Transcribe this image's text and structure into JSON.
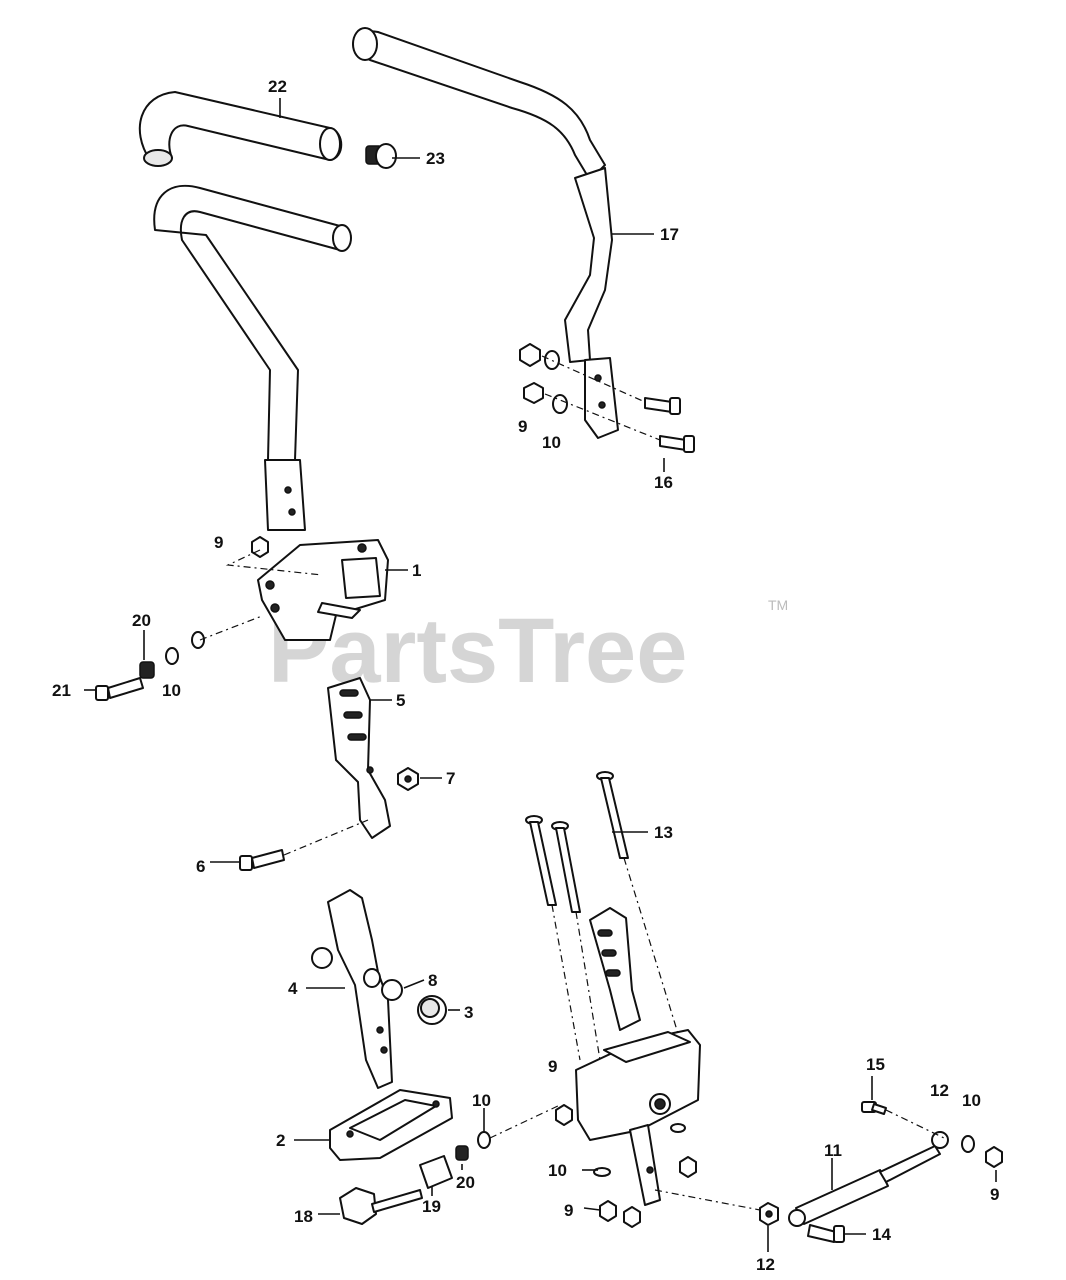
{
  "watermark": {
    "brand": "PartsTree",
    "trademark": "TM"
  },
  "callouts": {
    "c1": "1",
    "c2": "2",
    "c3": "3",
    "c4": "4",
    "c5": "5",
    "c6": "6",
    "c7": "7",
    "c8": "8",
    "c9": "9",
    "c10": "10",
    "c11": "11",
    "c12": "12",
    "c13": "13",
    "c14": "14",
    "c15": "15",
    "c16": "16",
    "c17": "17",
    "c18": "18",
    "c19": "19",
    "c20": "20",
    "c21": "21",
    "c22": "22",
    "c23": "23"
  }
}
